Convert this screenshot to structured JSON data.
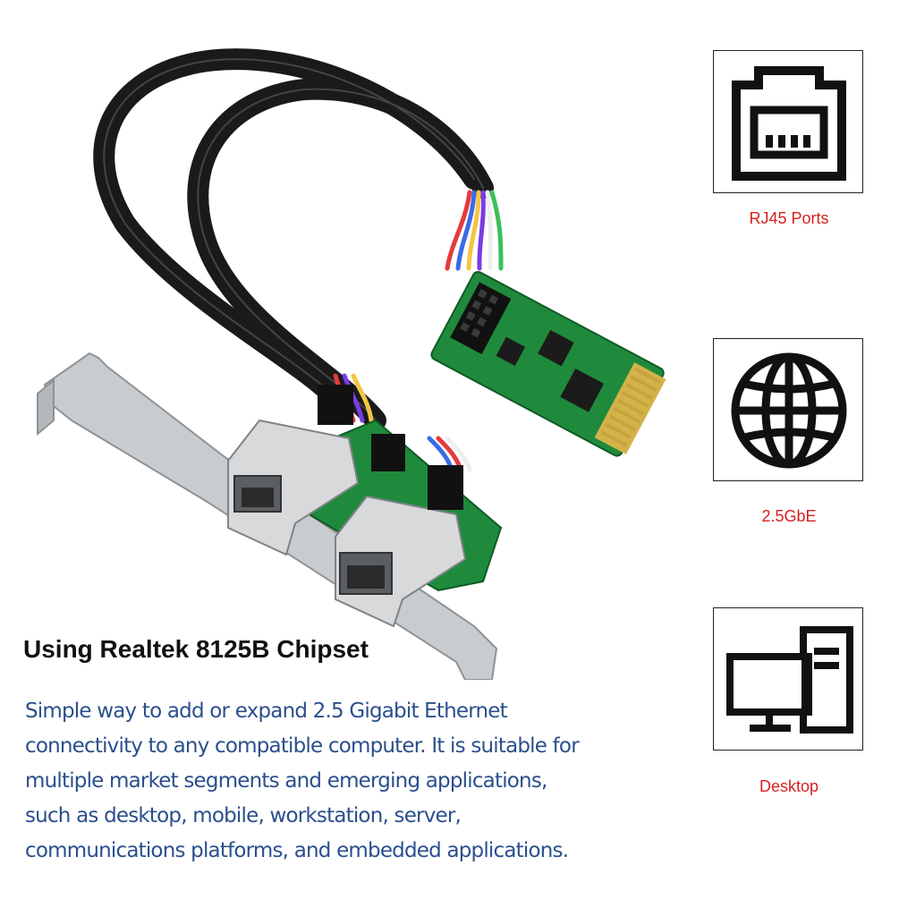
{
  "headline": "Using Realtek 8125B Chipset",
  "description_lines": [
    "Simple way to add or expand 2.5 Gigabit Ethernet",
    "connectivity to any compatible computer. It is suitable for",
    "multiple market segments and emerging applications,",
    "such as desktop, mobile, workstation, server,",
    "communications platforms, and embedded applications."
  ],
  "features": [
    {
      "icon": "rj45-port-icon",
      "label": "RJ45 Ports"
    },
    {
      "icon": "globe-icon",
      "label": "2.5GbE"
    },
    {
      "icon": "desktop-computer-icon",
      "label": "Desktop"
    }
  ],
  "colors": {
    "headline": "#111111",
    "description": "#2b4f8d",
    "feature_label": "#d81e1e",
    "pcb_green": "#1f8a3c",
    "bracket_silver": "#c9cccf",
    "cable_black": "#1a1a1a"
  }
}
